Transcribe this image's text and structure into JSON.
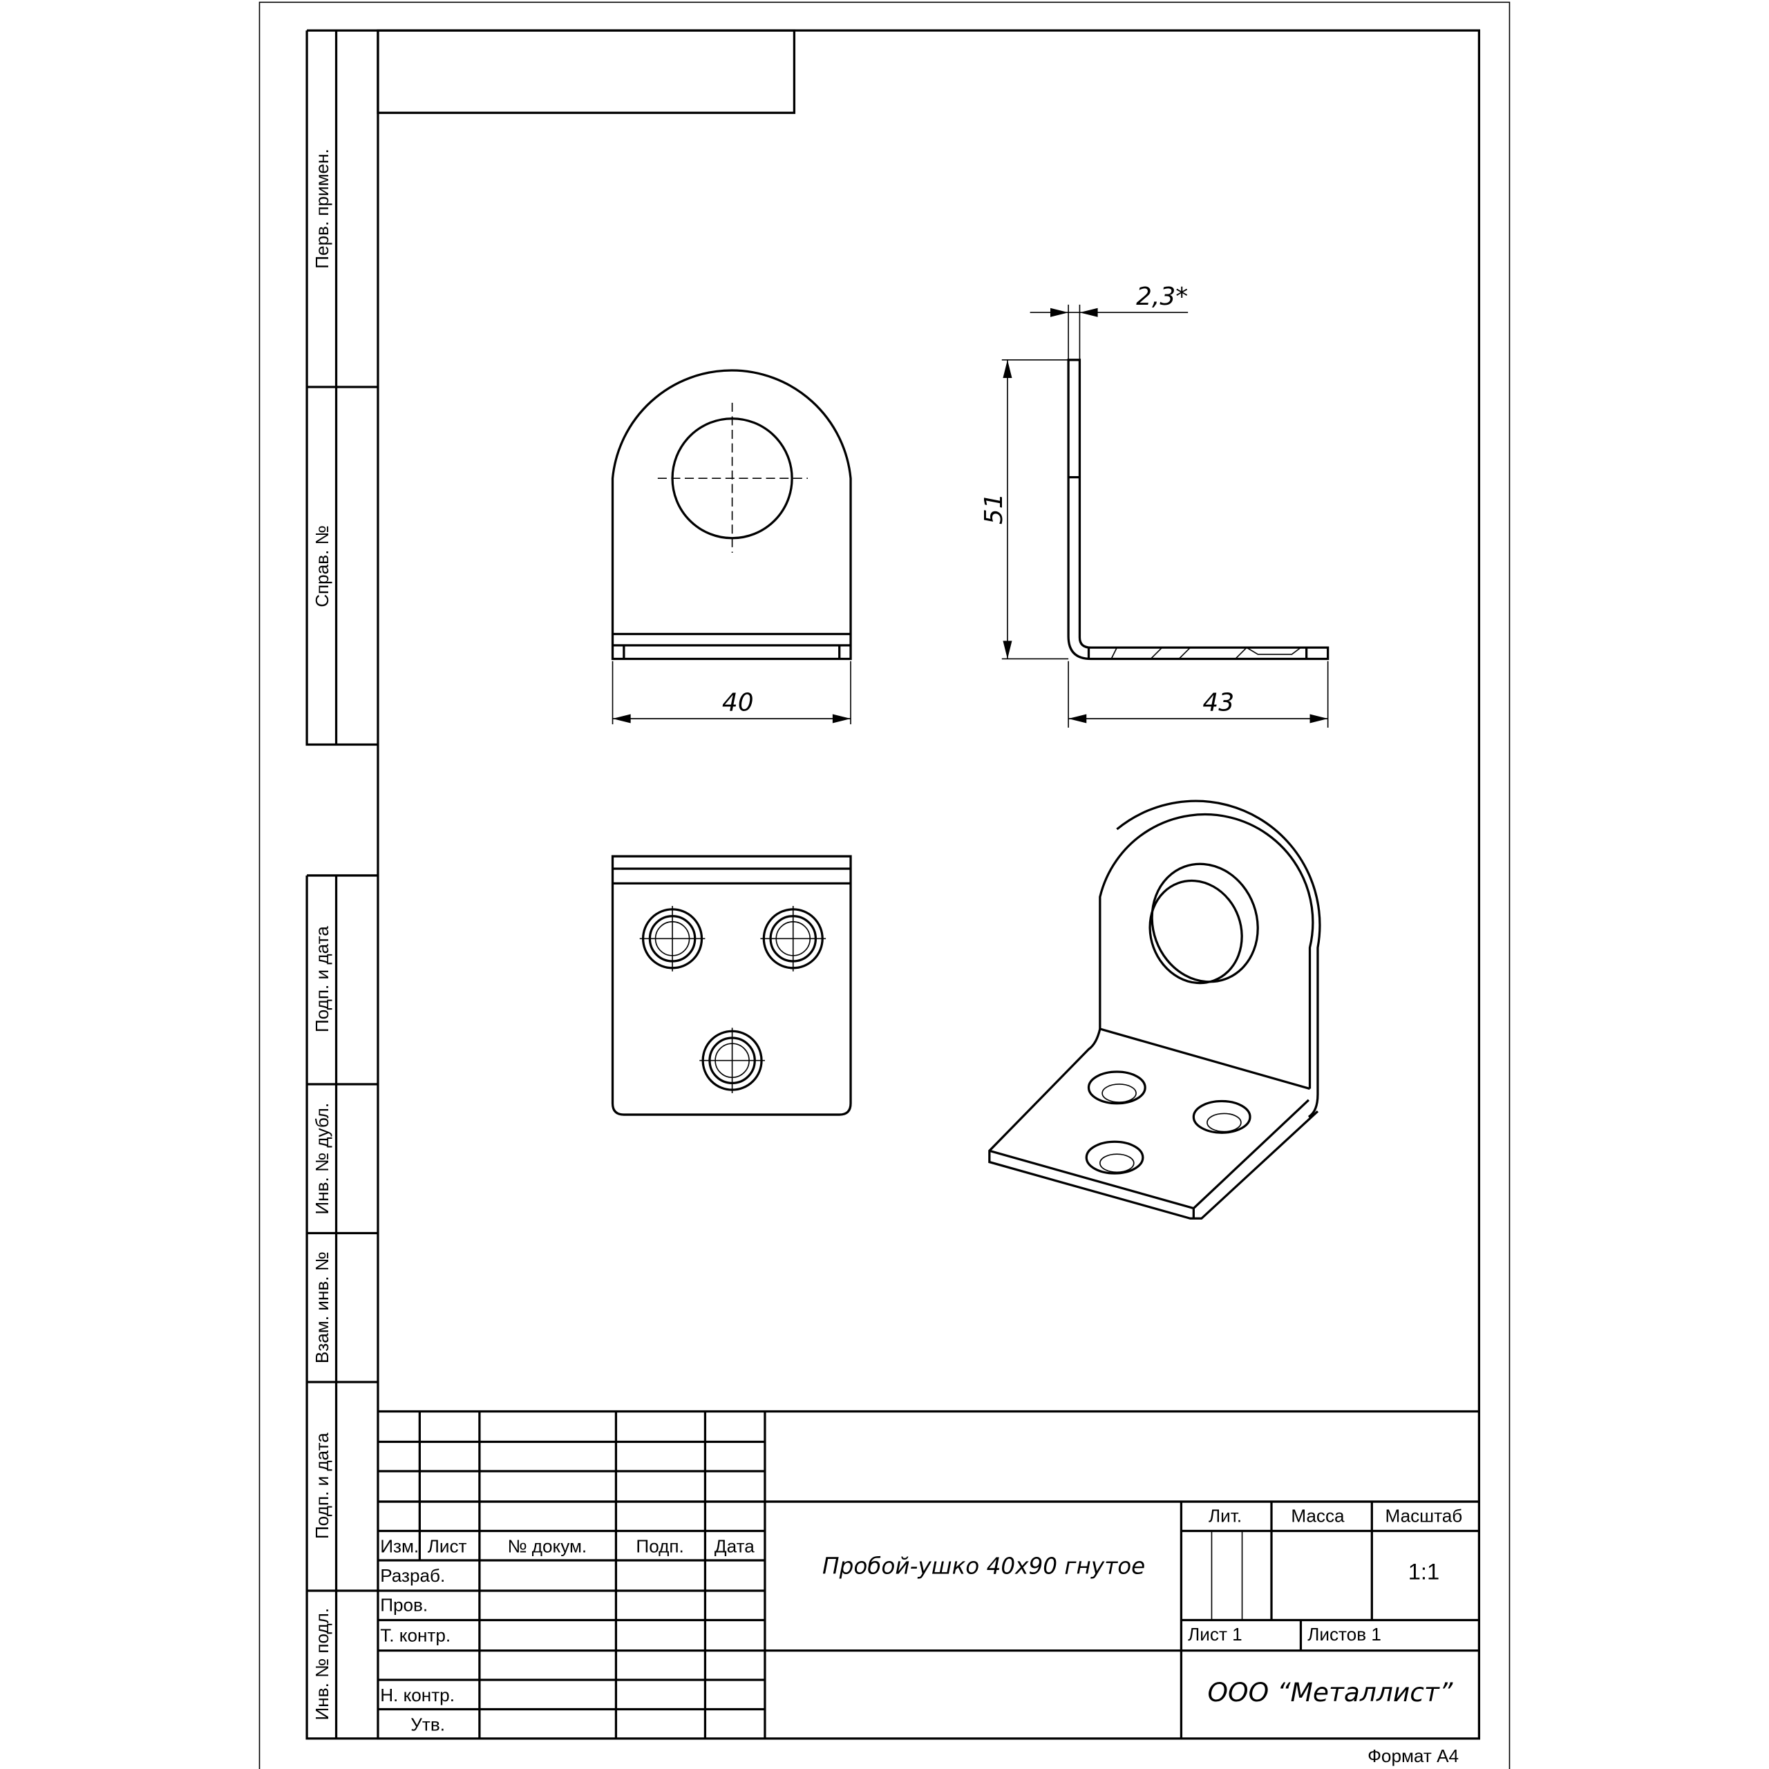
{
  "side_labels": [
    "Перв. примен.",
    "Справ. №",
    "Подп. и дата",
    "Инв. № дубл.",
    "Взам. инв. №",
    "Подп. и дата",
    "Инв. № подл."
  ],
  "dimensions": {
    "width_front": "40",
    "height": "51",
    "thickness": "2,3*",
    "depth": "43"
  },
  "title_block": {
    "headers": [
      "Изм.",
      "Лист",
      "№ докум.",
      "Подп.",
      "Дата"
    ],
    "roles": [
      "Разраб.",
      "Пров.",
      "Т. контр.",
      "Н. контр.",
      "Утв."
    ],
    "lit_label": "Лит.",
    "mass_label": "Масса",
    "scale_label": "Масштаб",
    "scale_value": "1:1",
    "sheet": "Лист 1",
    "sheets": "Листов 1",
    "part_name": "Пробой-ушко 40х90 гнутое",
    "company": "ООО “Металлист”"
  },
  "format": "Формат А4"
}
